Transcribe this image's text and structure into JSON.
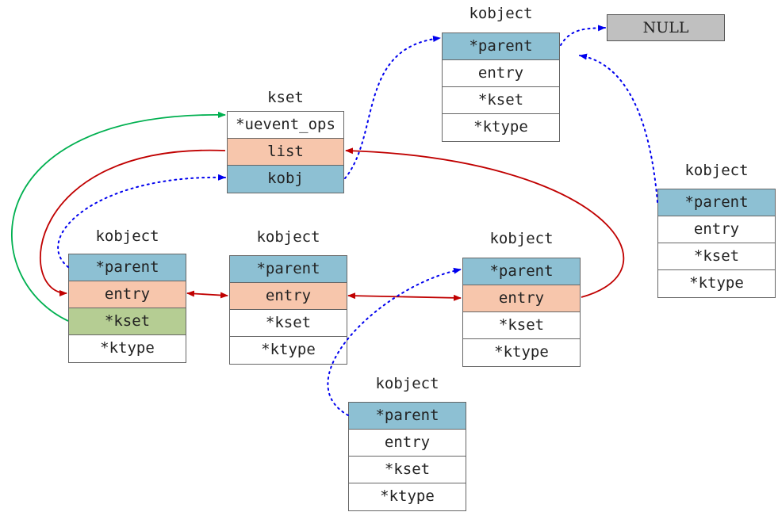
{
  "kset": {
    "title": "kset",
    "fields": [
      "*uevent_ops",
      "list",
      "kobj"
    ],
    "colors": [
      "#ffffff",
      "#f7c6ac",
      "#8dc0d3"
    ]
  },
  "null_label": "NULL",
  "kobjects": [
    {
      "id": "top",
      "title": "kobject",
      "fields": [
        "*parent",
        "entry",
        "*kset",
        "*ktype"
      ],
      "colors": [
        "#8dc0d3",
        "#ffffff",
        "#ffffff",
        "#ffffff"
      ]
    },
    {
      "id": "right",
      "title": "kobject",
      "fields": [
        "*parent",
        "entry",
        "*kset",
        "*ktype"
      ],
      "colors": [
        "#8dc0d3",
        "#ffffff",
        "#ffffff",
        "#ffffff"
      ]
    },
    {
      "id": "a",
      "title": "kobject",
      "fields": [
        "*parent",
        "entry",
        "*kset",
        "*ktype"
      ],
      "colors": [
        "#8dc0d3",
        "#f7c6ac",
        "#b5cd93",
        "#ffffff"
      ]
    },
    {
      "id": "b",
      "title": "kobject",
      "fields": [
        "*parent",
        "entry",
        "*kset",
        "*ktype"
      ],
      "colors": [
        "#8dc0d3",
        "#f7c6ac",
        "#ffffff",
        "#ffffff"
      ]
    },
    {
      "id": "c",
      "title": "kobject",
      "fields": [
        "*parent",
        "entry",
        "*kset",
        "*ktype"
      ],
      "colors": [
        "#8dc0d3",
        "#f7c6ac",
        "#ffffff",
        "#ffffff"
      ]
    },
    {
      "id": "bottom",
      "title": "kobject",
      "fields": [
        "*parent",
        "entry",
        "*kset",
        "*ktype"
      ],
      "colors": [
        "#8dc0d3",
        "#ffffff",
        "#ffffff",
        "#ffffff"
      ]
    }
  ],
  "edge_colors": {
    "list_link": "#c00000",
    "parent_pointer": "#0000ee",
    "kset_pointer": "#00b050"
  }
}
